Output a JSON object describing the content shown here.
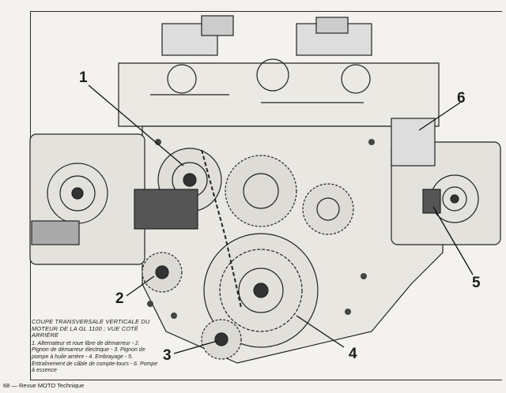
{
  "figure": {
    "caption_title": "COUPE TRANSVERSALE VERTICALE DU MOTEUR DE LA GL 1100 ; VUE COTÉ ARRIÈRE",
    "caption_text": "1. Alternateur et roue libre de démarreur - 2. Pignon de démarreur électrique - 3. Pignon de pompe à huile arrière - 4. Embrayage - 5. Entraînement de câble de compte-tours - 6. Pompe à essence",
    "callouts": [
      "1",
      "2",
      "3",
      "4",
      "5",
      "6"
    ]
  },
  "page": {
    "footer": "68 — Revue MOTO Technique"
  }
}
